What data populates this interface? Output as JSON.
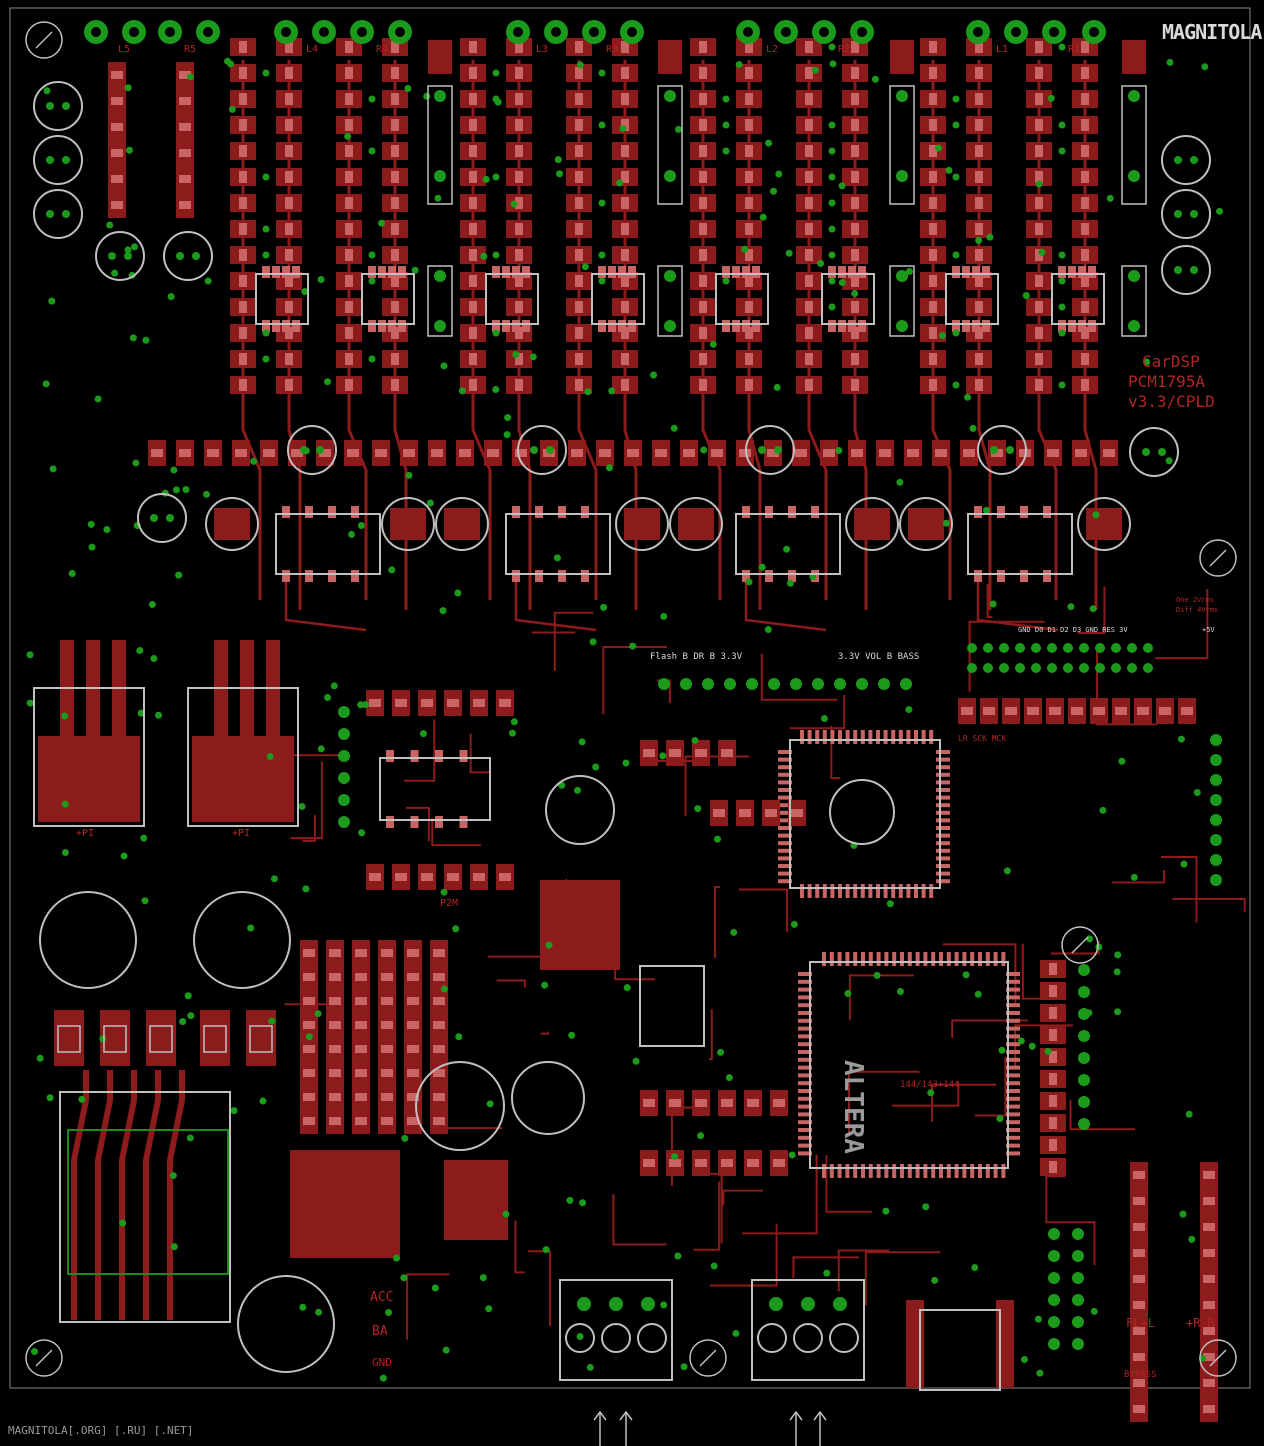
{
  "board": {
    "logo": "MAGNITOLA",
    "title_lines": [
      "CarDSP",
      "PCM1795A",
      "v3.3/CPLD"
    ],
    "footer": "MAGNITOLA[.ORG] [.RU] [.NET]",
    "chip_brand": "ALTERA",
    "chip_package": "144/143+144",
    "pin_header_label": "Flash  B   DR   B  3.3V",
    "vol_header_label": "3.3V  VOL  B  BASS",
    "io_header_label": "GND  D0  D1  D2  D3  GND  RES  3V",
    "clock_label": "LR  SCK  MCK",
    "output_labels": [
      "L5",
      "R5",
      "L4",
      "R4",
      "L3",
      "R3",
      "L2",
      "R2",
      "L1",
      "R1"
    ],
    "ff_labels": [
      "FL+L",
      "+R-R"
    ],
    "jumpers": [
      "ACC",
      "BA",
      "GND",
      "BYPASS"
    ],
    "misc": [
      "P2M",
      "+PI",
      "+PI",
      "One 2Vrms",
      "Diff 4Vrms",
      "+5V"
    ]
  },
  "colors": {
    "background": "#000000",
    "copper": "#8c1c1c",
    "copper_light": "#c96464",
    "pad": "#1c9a1c",
    "silk": "#c0c0c0",
    "outline": "#1a1ad0"
  }
}
